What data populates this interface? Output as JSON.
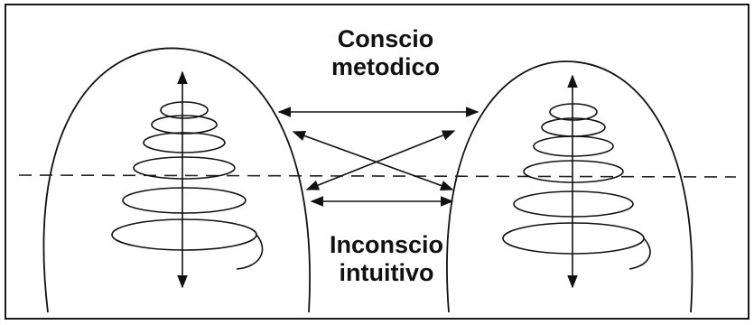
{
  "labels": {
    "top_line1": "Conscio",
    "top_line2": "metodico",
    "bottom_line1": "Inconscio",
    "bottom_line2": "intuitivo"
  },
  "colors": {
    "ink": "#111111",
    "border": "#1a1a1a",
    "background": "#ffffff"
  }
}
